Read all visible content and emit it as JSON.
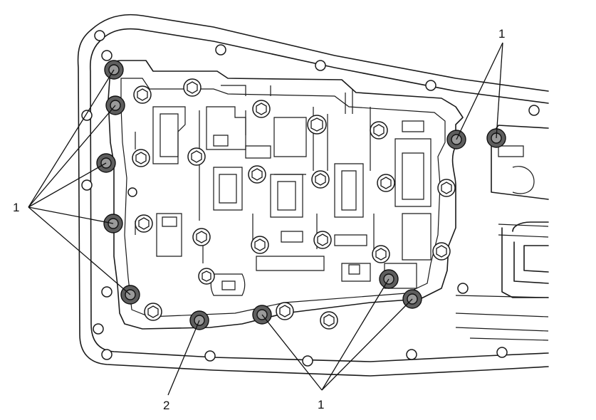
{
  "diagram": {
    "labels": {
      "left": "1",
      "top_right": "1",
      "bottom_center": "1",
      "bottom_left": "2"
    },
    "highlight_fill": "#8c8c8c",
    "line_color": "#1a1a1a",
    "background": "#ffffff"
  }
}
